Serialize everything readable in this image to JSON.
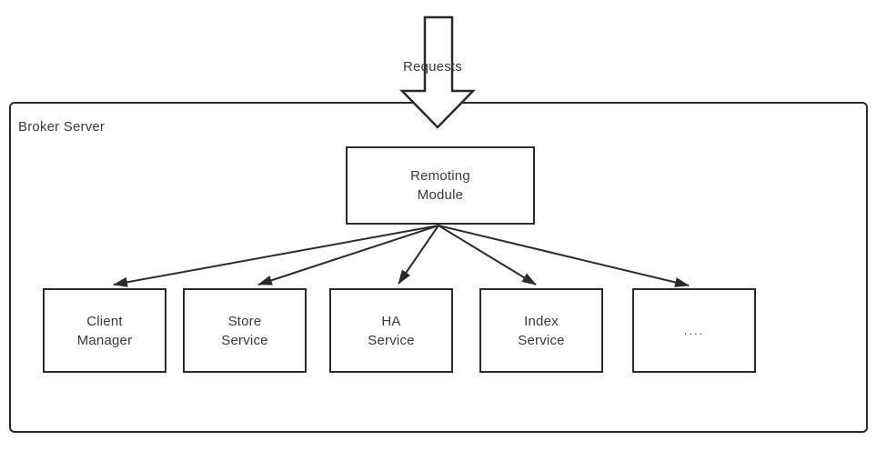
{
  "diagram": {
    "title": "Broker Server architecture diagram",
    "requests_label": "Requests",
    "container": {
      "label": "Broker Server"
    },
    "remoting_module": {
      "label": "Remoting\nModule"
    },
    "modules": [
      {
        "label": "Client\nManager"
      },
      {
        "label": "Store\nService"
      },
      {
        "label": "HA\nService"
      },
      {
        "label": "Index\nService"
      },
      {
        "label": "...."
      }
    ],
    "connections": [
      {
        "from": "Remoting Module",
        "to": "Client Manager"
      },
      {
        "from": "Remoting Module",
        "to": "Store Service"
      },
      {
        "from": "Remoting Module",
        "to": "HA Service"
      },
      {
        "from": "Remoting Module",
        "to": "Index Service"
      },
      {
        "from": "Remoting Module",
        "to": "...."
      }
    ],
    "colors": {
      "line": "#2b2b2b",
      "text": "#3a3a3a",
      "background": "#ffffff",
      "box_fill": "#ffffff"
    }
  }
}
